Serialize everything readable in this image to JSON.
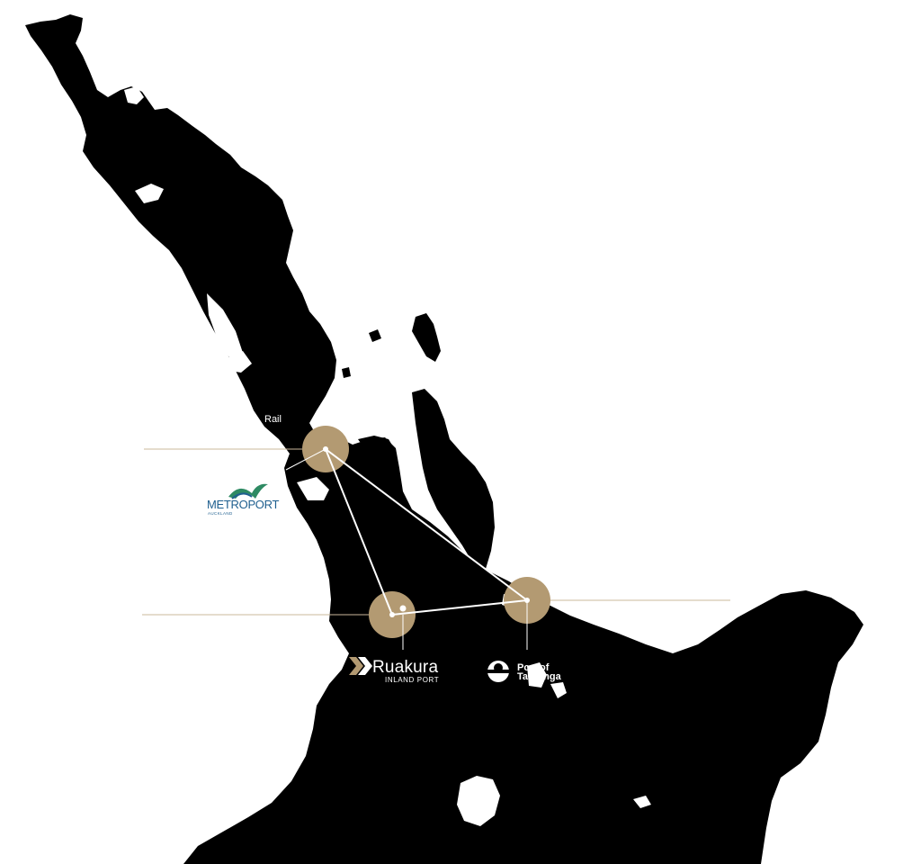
{
  "map": {
    "land_color": "#000000",
    "water_color": "#ffffff",
    "hub_color": "#b39a72",
    "route_color": "#ffffff",
    "leader_line_color": "#cbb99b"
  },
  "hubs": [
    {
      "id": "metroport",
      "icon": "metroport-logo"
    },
    {
      "id": "ruakura",
      "icon": "ruakura-chevron-logo"
    },
    {
      "id": "tauranga",
      "icon": "port-of-tauranga-logo"
    }
  ],
  "labels": {
    "rail_fragment": "Rail",
    "ruakura_main": "Ruakura",
    "ruakura_sub": "INLAND PORT",
    "tauranga_line1": "Port of",
    "tauranga_line2": "Tauranga",
    "metroport_main": "METROPORT",
    "metroport_sub": "AUCKLAND"
  }
}
